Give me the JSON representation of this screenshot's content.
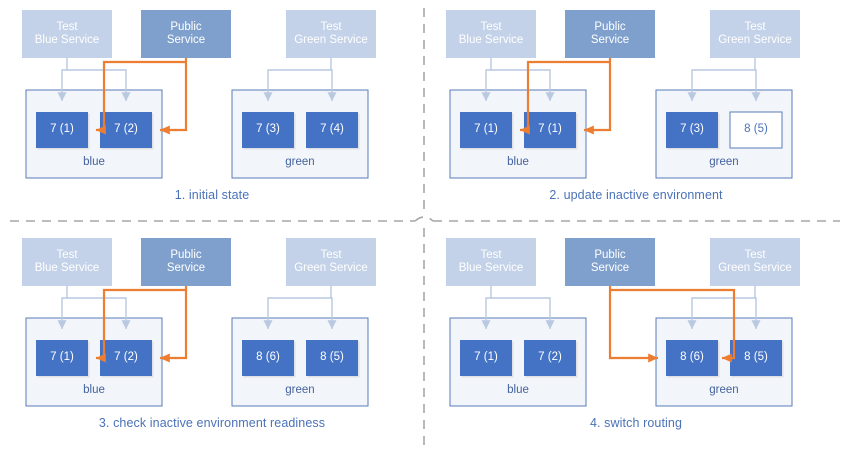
{
  "diagram": {
    "title_colors": {
      "light_blue": "#c3d2e8",
      "mid_blue": "#7fa0cc",
      "service_blue": "#4472c4",
      "orange": "#ed7d31",
      "text_blue": "#44629e",
      "env_border": "#5b7cb8",
      "env_fill": "#f2f5fa",
      "gray_arrow": "#b8c9e0",
      "divider": "#a6a6a6"
    },
    "panels": [
      {
        "id": "panel-1",
        "caption": "1. initial state",
        "sources": [
          {
            "name": "test-blue-service",
            "line1": "Test",
            "line2": "Blue Service",
            "style": "light"
          },
          {
            "name": "public-service",
            "line1": "Public",
            "line2": "Service",
            "style": "mid"
          },
          {
            "name": "test-green-service",
            "line1": "Test",
            "line2": "Green Service",
            "style": "light"
          }
        ],
        "environments": [
          {
            "name": "blue",
            "label": "blue",
            "services": [
              {
                "label": "7 (1)",
                "style": "filled"
              },
              {
                "label": "7 (2)",
                "style": "filled"
              }
            ]
          },
          {
            "name": "green",
            "label": "green",
            "services": [
              {
                "label": "7 (3)",
                "style": "filled"
              },
              {
                "label": "7 (4)",
                "style": "filled"
              }
            ]
          }
        ],
        "public_routing": "blue"
      },
      {
        "id": "panel-2",
        "caption": "2. update inactive environment",
        "sources": [
          {
            "name": "test-blue-service",
            "line1": "Test",
            "line2": "Blue Service",
            "style": "light"
          },
          {
            "name": "public-service",
            "line1": "Public",
            "line2": "Service",
            "style": "mid"
          },
          {
            "name": "test-green-service",
            "line1": "Test",
            "line2": "Green Service",
            "style": "light"
          }
        ],
        "environments": [
          {
            "name": "blue",
            "label": "blue",
            "services": [
              {
                "label": "7 (1)",
                "style": "filled"
              },
              {
                "label": "7 (1)",
                "style": "filled"
              }
            ]
          },
          {
            "name": "green",
            "label": "green",
            "services": [
              {
                "label": "7 (3)",
                "style": "filled"
              },
              {
                "label": "8 (5)",
                "style": "hollow"
              }
            ]
          }
        ],
        "public_routing": "blue"
      },
      {
        "id": "panel-3",
        "caption": "3. check inactive environment readiness",
        "sources": [
          {
            "name": "test-blue-service",
            "line1": "Test",
            "line2": "Blue Service",
            "style": "light"
          },
          {
            "name": "public-service",
            "line1": "Public",
            "line2": "Service",
            "style": "mid"
          },
          {
            "name": "test-green-service",
            "line1": "Test",
            "line2": "Green Service",
            "style": "light"
          }
        ],
        "environments": [
          {
            "name": "blue",
            "label": "blue",
            "services": [
              {
                "label": "7 (1)",
                "style": "filled"
              },
              {
                "label": "7 (2)",
                "style": "filled"
              }
            ]
          },
          {
            "name": "green",
            "label": "green",
            "services": [
              {
                "label": "8 (6)",
                "style": "filled"
              },
              {
                "label": "8 (5)",
                "style": "filled"
              }
            ]
          }
        ],
        "public_routing": "blue"
      },
      {
        "id": "panel-4",
        "caption": "4. switch routing",
        "sources": [
          {
            "name": "test-blue-service",
            "line1": "Test",
            "line2": "Blue Service",
            "style": "light"
          },
          {
            "name": "public-service",
            "line1": "Public",
            "line2": "Service",
            "style": "mid"
          },
          {
            "name": "test-green-service",
            "line1": "Test",
            "line2": "Green Service",
            "style": "light"
          }
        ],
        "environments": [
          {
            "name": "blue",
            "label": "blue",
            "services": [
              {
                "label": "7 (1)",
                "style": "filled"
              },
              {
                "label": "7 (2)",
                "style": "filled"
              }
            ]
          },
          {
            "name": "green",
            "label": "green",
            "services": [
              {
                "label": "8 (6)",
                "style": "filled"
              },
              {
                "label": "8 (5)",
                "style": "filled"
              }
            ]
          }
        ],
        "public_routing": "green"
      }
    ]
  }
}
